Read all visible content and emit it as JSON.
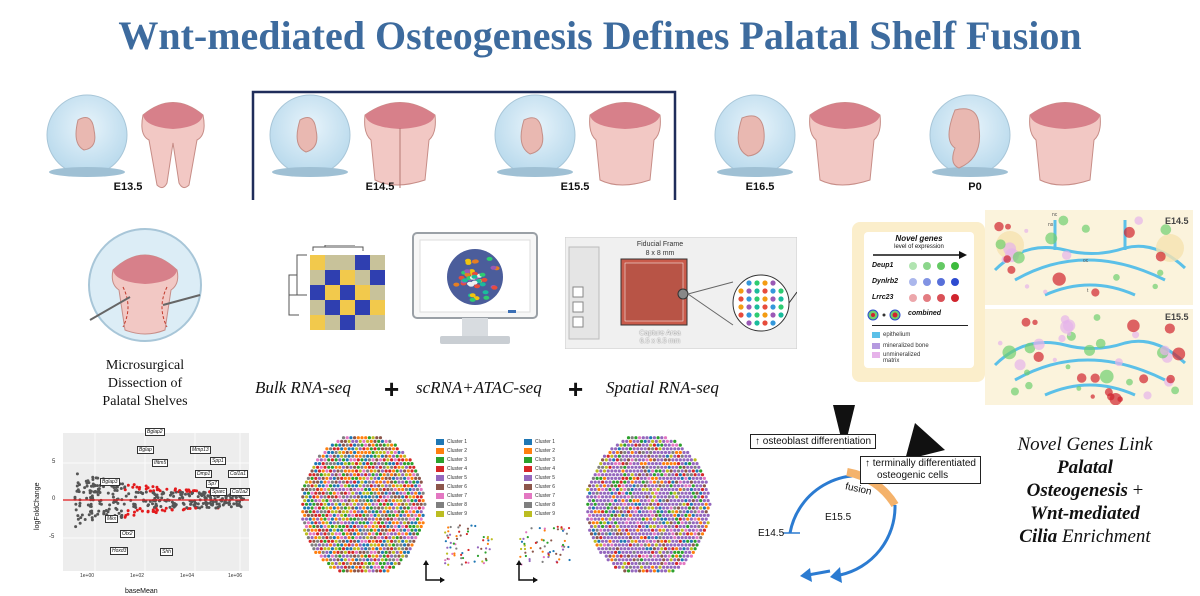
{
  "title": "Wnt-mediated Osteogenesis Defines Palatal Shelf Fusion",
  "stages": [
    {
      "label": "E13.5"
    },
    {
      "label": "E14.5"
    },
    {
      "label": "E15.5"
    },
    {
      "label": "E16.5"
    },
    {
      "label": "P0"
    }
  ],
  "dissection_label": {
    "line1": "Microsurgical",
    "line2": "Dissection of",
    "line3": "Palatal Shelves"
  },
  "methods": {
    "bulk": "Bulk RNA-seq",
    "plus1": "+",
    "scrna": "scRNA+ATAC-seq",
    "plus2": "+",
    "spatial": "Spatial RNA-seq"
  },
  "visium": {
    "fiducial": "Fiducial Frame",
    "fiducial_size": "8 x 8 mm",
    "capture": "Capture Area",
    "capture_size": "6.5 x 6.5 mm"
  },
  "novel_genes_panel": {
    "header": "Novel genes",
    "subheader": "level of expression",
    "genes": [
      "Deup1",
      "Dynlrb2",
      "Lrrc23"
    ],
    "combined": "combined",
    "legend": [
      {
        "label": "epithelium",
        "color": "#5bc0e8"
      },
      {
        "label": "mineralized bone",
        "color": "#b59ae0"
      },
      {
        "label": "unmineralized matrix",
        "color": "#e6b3ea"
      }
    ],
    "stage_top": "E14.5",
    "stage_bottom": "E15.5",
    "tissue_labels": [
      "nc",
      "ns",
      "oc",
      "t"
    ]
  },
  "ma_plot": {
    "ylabel": "logFoldChange",
    "xlabel": "baseMean",
    "x_ticks": [
      "1e+00",
      "1e+02",
      "1e+04",
      "1e+06"
    ],
    "y_ticks": [
      "5",
      "0",
      "-5"
    ],
    "gene_labels": [
      "Bglap2",
      "Bglap",
      "Ifitm5",
      "Mmp13",
      "Spp1",
      "Dmp1",
      "Col1a1",
      "Sp7",
      "Col1a2",
      "Sparc",
      "Mkx",
      "Hoxd3",
      "Otx2",
      "Shh",
      "Bglap3"
    ]
  },
  "clusters": [
    "Cluster 1",
    "Cluster 2",
    "Cluster 3",
    "Cluster 4",
    "Cluster 5",
    "Cluster 6",
    "Cluster 7",
    "Cluster 8",
    "Cluster 9"
  ],
  "cluster_colors": [
    "#1f77b4",
    "#ff7f0e",
    "#2ca02c",
    "#d62728",
    "#9467bd",
    "#8c564b",
    "#e377c2",
    "#7f7f7f",
    "#bcbd22"
  ],
  "timeline": {
    "callout1": "osteoblast differentiation",
    "callout2": "terminally differentiated",
    "callout2_line2": "osteogenic cells",
    "fusion": "fusion",
    "e14": "E14.5",
    "e15": "E15.5"
  },
  "conclusion": {
    "line1": "Novel Genes Link",
    "line2": "Palatal",
    "line3": "Osteogenesis",
    "plus": "+",
    "line4": "Wnt-mediated",
    "line5": "Cilia",
    "line5b": "Enrichment"
  }
}
